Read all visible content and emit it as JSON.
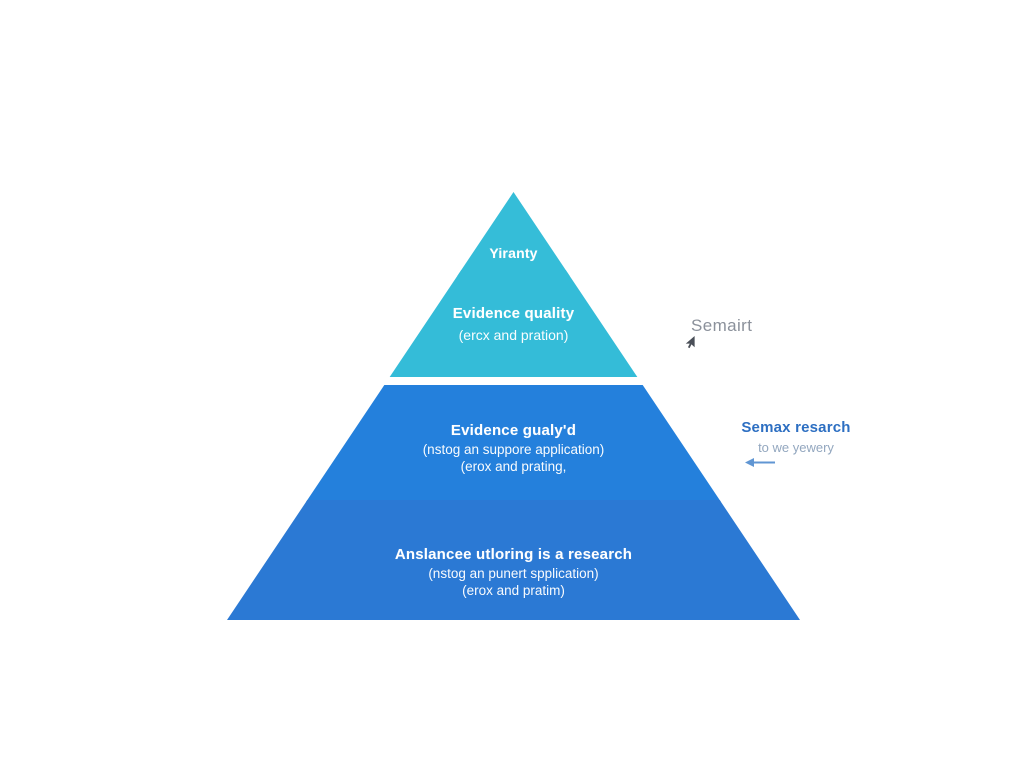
{
  "pyramid": {
    "tiers": [
      {
        "heading": "Yiranty",
        "lines": []
      },
      {
        "heading": "Evidence quality",
        "lines": [
          "(ercx and pration)"
        ]
      },
      {
        "heading": "Evidence gualy'd",
        "lines": [
          "(nstog an suppore application)",
          "(erox and prating,"
        ]
      },
      {
        "heading": "Anslancee utloring is a research",
        "lines": [
          "(nstog an punert spplication)",
          "(erox and pratim)"
        ]
      }
    ],
    "colors": {
      "tier_top_cyan": "#35bdd8",
      "tier_bottom_blue_upper": "#2480dc",
      "tier_bottom_blue_lower": "#2b79d4",
      "text": "#ffffff"
    }
  },
  "annotations": {
    "cursor_label": "Semairt",
    "cursor_label_color": "#8b919b",
    "side_note": {
      "title": "Semax resarch",
      "subtitle": "to we yewery",
      "title_color": "#2d6fc2",
      "subtitle_color": "#93a7bf",
      "arrow_color": "#6096d3"
    }
  },
  "icons": {
    "cursor_icon": "mouse-pointer-up-right",
    "left_arrow_icon": "arrow-left"
  }
}
